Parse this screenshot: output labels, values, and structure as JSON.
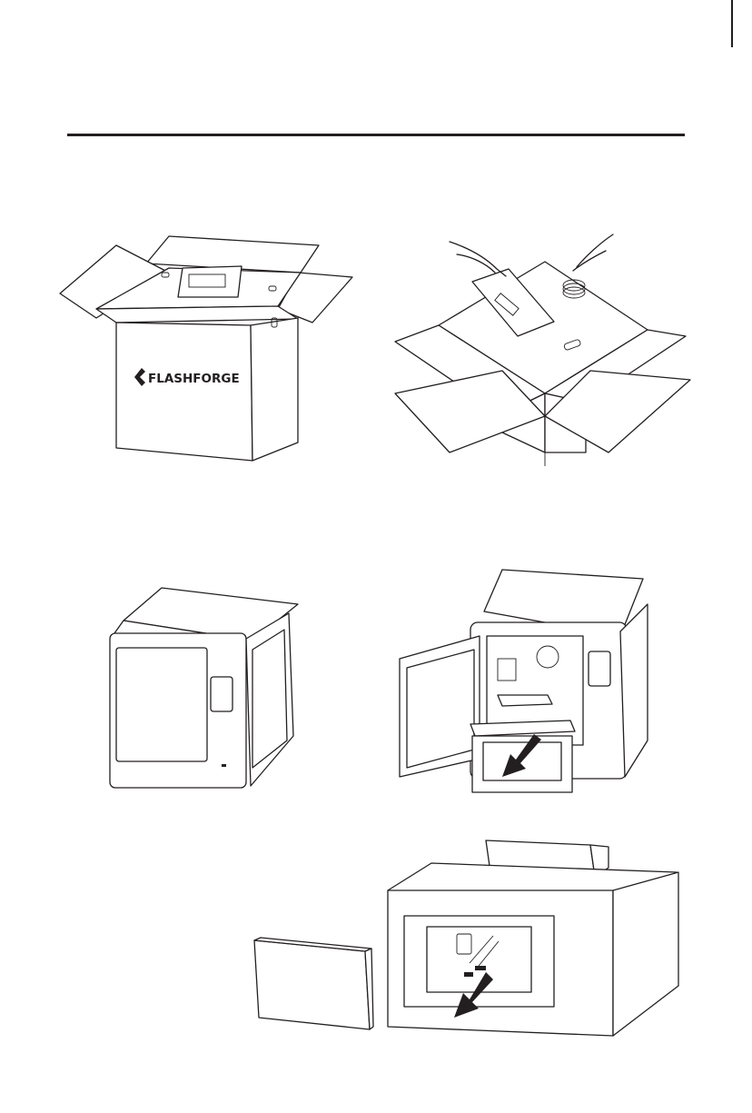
{
  "page": {
    "brand_text": "FLASHFORGE",
    "colors": {
      "ink": "#231f20",
      "paper": "#ffffff"
    }
  },
  "steps": [
    {
      "id": "open-box-flaps",
      "icon": "open-carton-icon"
    },
    {
      "id": "remove-accessories-from-top",
      "icon": "lift-accessory-pack-icon"
    },
    {
      "id": "printer-unpacked",
      "icon": "printer-icon"
    },
    {
      "id": "pull-out-foam-block",
      "icon": "pull-foam-arrow-icon"
    },
    {
      "id": "take-out-tool-kit",
      "icon": "tool-kit-icon"
    }
  ]
}
